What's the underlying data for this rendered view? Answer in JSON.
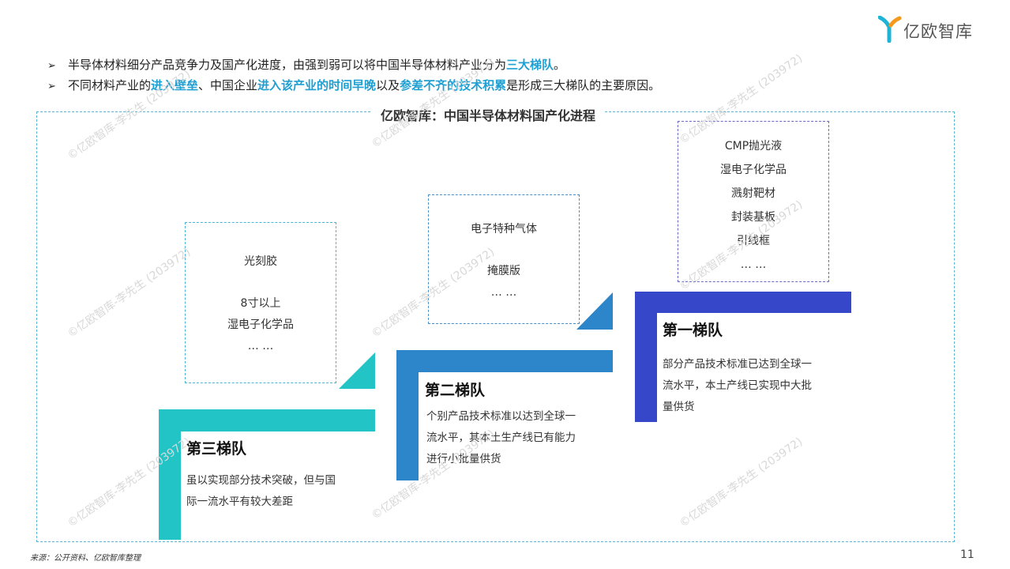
{
  "logo": {
    "text": "亿欧智库",
    "colors": {
      "cyan": "#1FB3D8",
      "orange": "#F39A1E"
    }
  },
  "bullets": [
    [
      {
        "text": "半导体材料细分产品竞争力及国产化进度，由强到弱可以将中国半导体材料产业分为",
        "hl": false
      },
      {
        "text": "三大梯队",
        "hl": true
      },
      {
        "text": "。",
        "hl": false
      }
    ],
    [
      {
        "text": "不同材料产业的",
        "hl": false
      },
      {
        "text": "进入壁垒",
        "hl": true
      },
      {
        "text": "、中国企业",
        "hl": false
      },
      {
        "text": "进入该产业的时间早晚",
        "hl": true
      },
      {
        "text": "以及",
        "hl": false
      },
      {
        "text": "参差不齐的技术积累",
        "hl": true
      },
      {
        "text": "是形成三大梯队的主要原因。",
        "hl": false
      }
    ]
  ],
  "bullet_mark": "➢",
  "diagram": {
    "title": "亿欧智库：中国半导体材料国产化进程",
    "tiers": [
      {
        "key": "tier3",
        "title": "第三梯队",
        "desc": [
          "虽以实现部分技术突破，但与国",
          "际一流水平有较大差距"
        ],
        "products": [
          "光刻胶",
          "",
          "8寸以上",
          "湿电子化学品",
          "… …"
        ],
        "color": "#23C4C6",
        "box_color": "#4CB4D4"
      },
      {
        "key": "tier2",
        "title": "第二梯队",
        "desc": [
          "个别产品技术标准以达到全球一",
          "流水平，其本土生产线已有能力",
          "进行小批量供货"
        ],
        "products": [
          "电子特种气体",
          "",
          "掩膜版",
          "… …"
        ],
        "color": "#2C86C9",
        "box_color": "#4A8FC7"
      },
      {
        "key": "tier1",
        "title": "第一梯队",
        "desc": [
          "部分产品技术标准已达到全球一",
          "流水平，本土产线已实现中大批",
          "量供货"
        ],
        "products": [
          "CMP抛光液",
          "湿电子化学品",
          "溅射靶材",
          "封装基板",
          "引线框",
          "… …"
        ],
        "color": "#3647C9",
        "box_color": "#6A6AC6"
      }
    ]
  },
  "watermark": "©亿欧智库-李先生 (203972)",
  "footer": {
    "source": "来源：公开资料、亿欧智库整理",
    "page": "11"
  }
}
